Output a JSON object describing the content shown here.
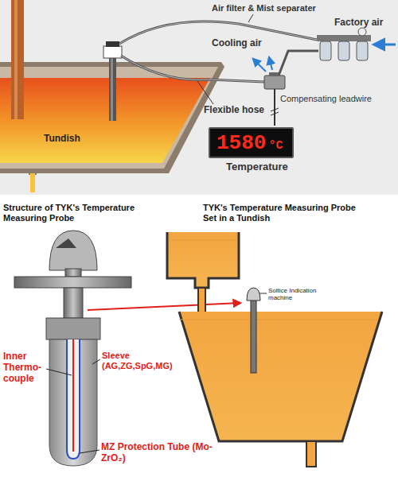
{
  "diagram": {
    "nodes": [
      {
        "text": [
          "1580",
          "°C"
        ]
      }
    ],
    "labels": [
      "Air filter & Mist separater",
      "Factory air",
      "Cooling air",
      "Compensating leadwire",
      "Tundish",
      "Flexible hose",
      "Temperature",
      "Structure of TYK's Temperature Measuring Probe",
      "TYK's Temperature Measuring Probe Set in a Tundish",
      "Soltice Indication machine",
      "Inner Thermo- couple",
      "Sleeve (AG,ZG,SpG,MG)",
      "MZ Protection Tube (Mo-ZrO₂)"
    ]
  }
}
